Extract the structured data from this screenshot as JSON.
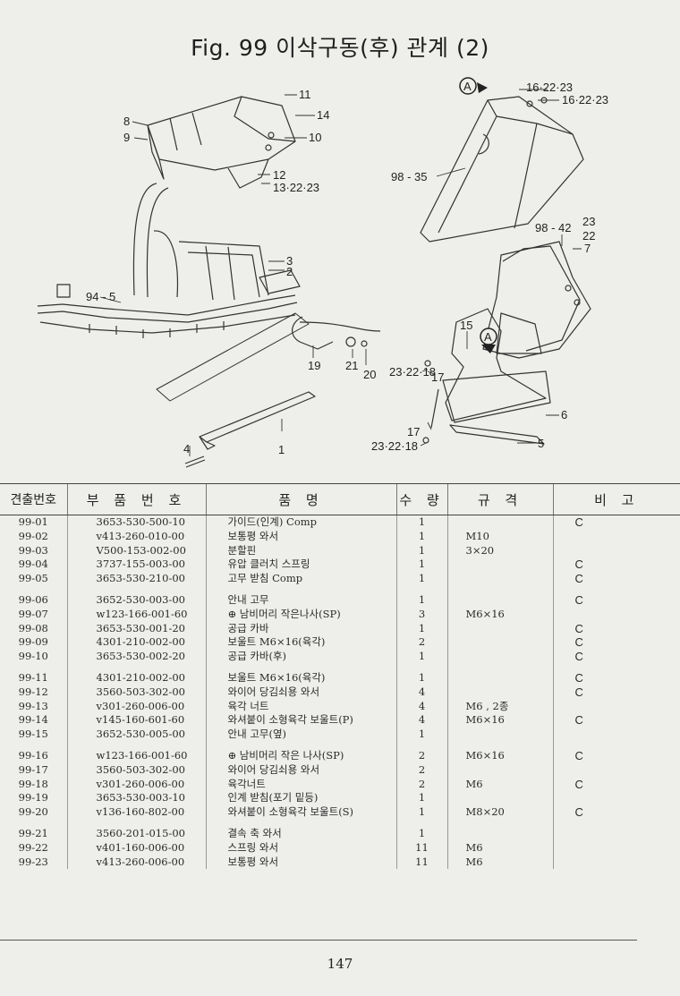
{
  "title": "Fig. 99  이삭구동(후) 관계 (2)",
  "diagram": {
    "callouts": [
      "11",
      "14",
      "8",
      "9",
      "10",
      "12",
      "13·22·23",
      "3",
      "2",
      "94 - 5",
      "19",
      "21",
      "20",
      "1",
      "4",
      "A",
      "16·22·23",
      "16·22·23",
      "98 - 35",
      "98 - 42",
      "23",
      "22",
      "7",
      "15",
      "A",
      "23·22·18",
      "17",
      "6",
      "17",
      "23·22·18",
      "5"
    ]
  },
  "table": {
    "headers": [
      "견출번호",
      "부 품 번 호",
      "품 명",
      "수 량",
      "규 격",
      "비 고"
    ],
    "rows": [
      {
        "no": "99-01",
        "part": "3653-530-500-10",
        "name": "가이드(인계) Comp",
        "qty": "1",
        "spec": "",
        "remark": "C"
      },
      {
        "no": "99-02",
        "part": "v413-260-010-00",
        "name": "보통평 와서",
        "qty": "1",
        "spec": "M10",
        "remark": ""
      },
      {
        "no": "99-03",
        "part": "V500-153-002-00",
        "name": "분할핀",
        "qty": "1",
        "spec": "3×20",
        "remark": ""
      },
      {
        "no": "99-04",
        "part": "3737-155-003-00",
        "name": "유압 클러치 스프링",
        "qty": "1",
        "spec": "",
        "remark": "C"
      },
      {
        "no": "99-05",
        "part": "3653-530-210-00",
        "name": "고무 받침 Comp",
        "qty": "1",
        "spec": "",
        "remark": "C"
      },
      {
        "no": "99-06",
        "part": "3652-530-003-00",
        "name": "안내 고무",
        "qty": "1",
        "spec": "",
        "remark": "C"
      },
      {
        "no": "99-07",
        "part": "w123-166-001-60",
        "name": "⊕ 남비머리 작은나사(SP)",
        "qty": "3",
        "spec": "M6×16",
        "remark": ""
      },
      {
        "no": "99-08",
        "part": "3653-530-001-20",
        "name": "공급 카바",
        "qty": "1",
        "spec": "",
        "remark": "C"
      },
      {
        "no": "99-09",
        "part": "4301-210-002-00",
        "name": "보울트 M6×16(육각)",
        "qty": "2",
        "spec": "",
        "remark": "C"
      },
      {
        "no": "99-10",
        "part": "3653-530-002-20",
        "name": "공급 카바(후)",
        "qty": "1",
        "spec": "",
        "remark": "C"
      },
      {
        "no": "99-11",
        "part": "4301-210-002-00",
        "name": "보울트 M6×16(육각)",
        "qty": "1",
        "spec": "",
        "remark": "C"
      },
      {
        "no": "99-12",
        "part": "3560-503-302-00",
        "name": "와이어 당김쇠용 와서",
        "qty": "4",
        "spec": "",
        "remark": "C"
      },
      {
        "no": "99-13",
        "part": "v301-260-006-00",
        "name": "육각 너트",
        "qty": "4",
        "spec": "M6 , 2종",
        "remark": ""
      },
      {
        "no": "99-14",
        "part": "v145-160-601-60",
        "name": "와셔붙이 소형육각 보울트(P)",
        "qty": "4",
        "spec": "M6×16",
        "remark": "C"
      },
      {
        "no": "99-15",
        "part": "3652-530-005-00",
        "name": "안내 고무(옆)",
        "qty": "1",
        "spec": "",
        "remark": ""
      },
      {
        "no": "99-16",
        "part": "w123-166-001-60",
        "name": "⊕ 남비머리 작은 나사(SP)",
        "qty": "2",
        "spec": "M6×16",
        "remark": "C"
      },
      {
        "no": "99-17",
        "part": "3560-503-302-00",
        "name": "와이어 당김쇠용 와서",
        "qty": "2",
        "spec": "",
        "remark": ""
      },
      {
        "no": "99-18",
        "part": "v301-260-006-00",
        "name": "육각너트",
        "qty": "2",
        "spec": "M6",
        "remark": "C"
      },
      {
        "no": "99-19",
        "part": "3653-530-003-10",
        "name": "인계 받침(포기 밑등)",
        "qty": "1",
        "spec": "",
        "remark": ""
      },
      {
        "no": "99-20",
        "part": "v136-160-802-00",
        "name": "와셔붙이 소형육각 보울트(S)",
        "qty": "1",
        "spec": "M8×20",
        "remark": "C"
      },
      {
        "no": "99-21",
        "part": "3560-201-015-00",
        "name": "결속 축 와서",
        "qty": "1",
        "spec": "",
        "remark": ""
      },
      {
        "no": "99-22",
        "part": "v401-160-006-00",
        "name": "스프링 와서",
        "qty": "11",
        "spec": "M6",
        "remark": ""
      },
      {
        "no": "99-23",
        "part": "v413-260-006-00",
        "name": "보통평 와서",
        "qty": "11",
        "spec": "M6",
        "remark": ""
      }
    ]
  },
  "page_number": "147"
}
